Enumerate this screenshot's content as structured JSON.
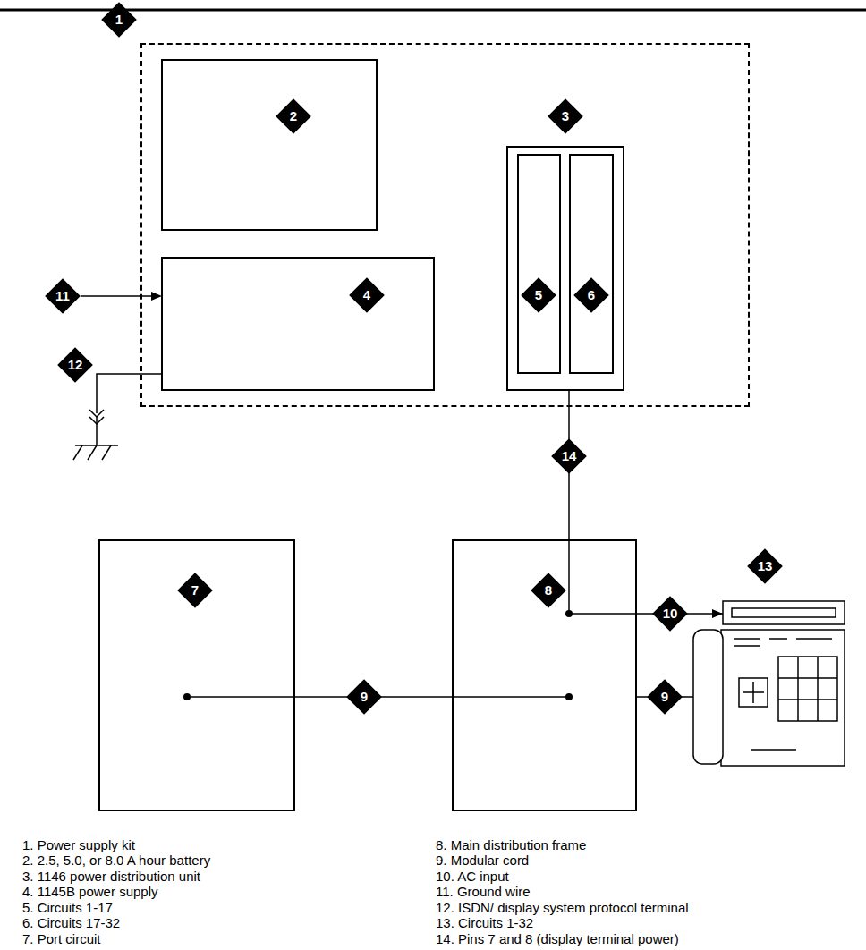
{
  "diagram": {
    "nodes": [
      {
        "text": [
          "1"
        ]
      },
      {
        "text": [
          "2"
        ],
        "in": 0
      },
      {
        "text": [
          "3"
        ],
        "in": 0
      },
      {
        "text": [
          "5"
        ],
        "in": 2
      },
      {
        "text": [
          "6"
        ],
        "in": 2
      },
      {
        "text": [
          "4"
        ],
        "in": 0
      },
      {
        "text": [
          "7"
        ]
      },
      {
        "text": [
          "8"
        ]
      },
      {
        "text": [
          "13"
        ]
      }
    ],
    "edges": [
      {
        "from": 2,
        "to": 7,
        "arrow": "none",
        "label": "14"
      },
      {
        "from": 7,
        "to": 8,
        "arrow": "to",
        "label": "10"
      },
      {
        "from": 6,
        "to": 7,
        "arrow": "none",
        "label": "9"
      },
      {
        "from": 7,
        "to": 8,
        "arrow": "none",
        "label": "9"
      }
    ],
    "labels": [
      "11",
      "12",
      "1. Power supply kit",
      "2. 2.5, 5.0, or 8.0 A hour battery",
      "3. 1146 power distribution unit",
      "4. 1145B power supply",
      "5. Circuits 1-17",
      "6. Circuits 17-32",
      "7. Port circuit",
      "8. Main distribution frame",
      "9. Modular cord",
      "10. AC input",
      "11. Ground wire",
      "12. ISDN/ display system protocol terminal",
      "13. Circuits 1-32",
      "14. Pins 7 and 8 (display terminal power)"
    ]
  }
}
